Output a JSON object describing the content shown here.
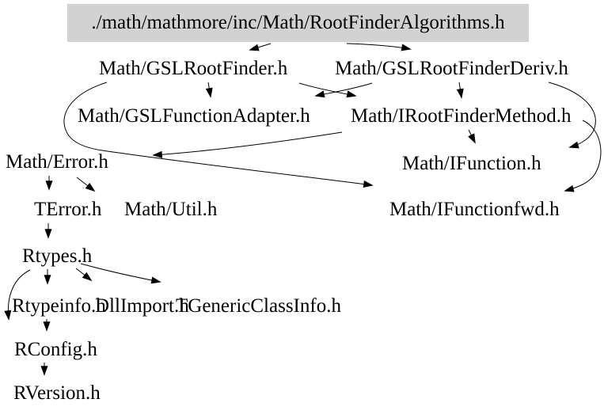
{
  "diagram": {
    "kind": "include-dependency-graph",
    "colors": {
      "background": "#ffffff",
      "root_node_bg": "#d2d2d2",
      "text": "#000000",
      "edge": "#000000"
    },
    "nodes": [
      {
        "id": "root",
        "label": "./math/mathmore/inc/Math/RootFinderAlgorithms.h"
      },
      {
        "id": "gslrootfinder",
        "label": "Math/GSLRootFinder.h"
      },
      {
        "id": "gslrootfinderderiv",
        "label": "Math/GSLRootFinderDeriv.h"
      },
      {
        "id": "gslfunctionadapter",
        "label": "Math/GSLFunctionAdapter.h"
      },
      {
        "id": "irootfindermethod",
        "label": "Math/IRootFinderMethod.h"
      },
      {
        "id": "error",
        "label": "Math/Error.h"
      },
      {
        "id": "ifunction",
        "label": "Math/IFunction.h"
      },
      {
        "id": "terror",
        "label": "TError.h"
      },
      {
        "id": "util",
        "label": "Math/Util.h"
      },
      {
        "id": "ifunctionfwd",
        "label": "Math/IFunctionfwd.h"
      },
      {
        "id": "rtypes",
        "label": "Rtypes.h"
      },
      {
        "id": "rtypeinfo",
        "label": "Rtypeinfo.h"
      },
      {
        "id": "dllimport",
        "label": "DllImport.h"
      },
      {
        "id": "tgenericclassinfo",
        "label": "TGenericClassInfo.h"
      },
      {
        "id": "rconfig",
        "label": "RConfig.h"
      },
      {
        "id": "rversion",
        "label": "RVersion.h"
      }
    ],
    "edges": [
      {
        "from": "root",
        "to": "gslrootfinder"
      },
      {
        "from": "root",
        "to": "gslrootfinderderiv"
      },
      {
        "from": "gslrootfinder",
        "to": "gslfunctionadapter"
      },
      {
        "from": "gslrootfinder",
        "to": "irootfindermethod"
      },
      {
        "from": "gslrootfinderderiv",
        "to": "gslfunctionadapter"
      },
      {
        "from": "gslrootfinderderiv",
        "to": "irootfindermethod"
      },
      {
        "from": "gslrootfinder",
        "to": "ifunctionfwd"
      },
      {
        "from": "irootfindermethod",
        "to": "error"
      },
      {
        "from": "irootfindermethod",
        "to": "ifunction"
      },
      {
        "from": "gslrootfinderderiv",
        "to": "ifunction"
      },
      {
        "from": "irootfindermethod",
        "to": "ifunctionfwd"
      },
      {
        "from": "error",
        "to": "terror"
      },
      {
        "from": "error",
        "to": "util"
      },
      {
        "from": "terror",
        "to": "rtypes"
      },
      {
        "from": "rtypes",
        "to": "rtypeinfo"
      },
      {
        "from": "rtypes",
        "to": "dllimport"
      },
      {
        "from": "rtypes",
        "to": "tgenericclassinfo"
      },
      {
        "from": "rtypes",
        "to": "rconfig"
      },
      {
        "from": "rtypeinfo",
        "to": "rconfig"
      },
      {
        "from": "rconfig",
        "to": "rversion"
      }
    ]
  }
}
